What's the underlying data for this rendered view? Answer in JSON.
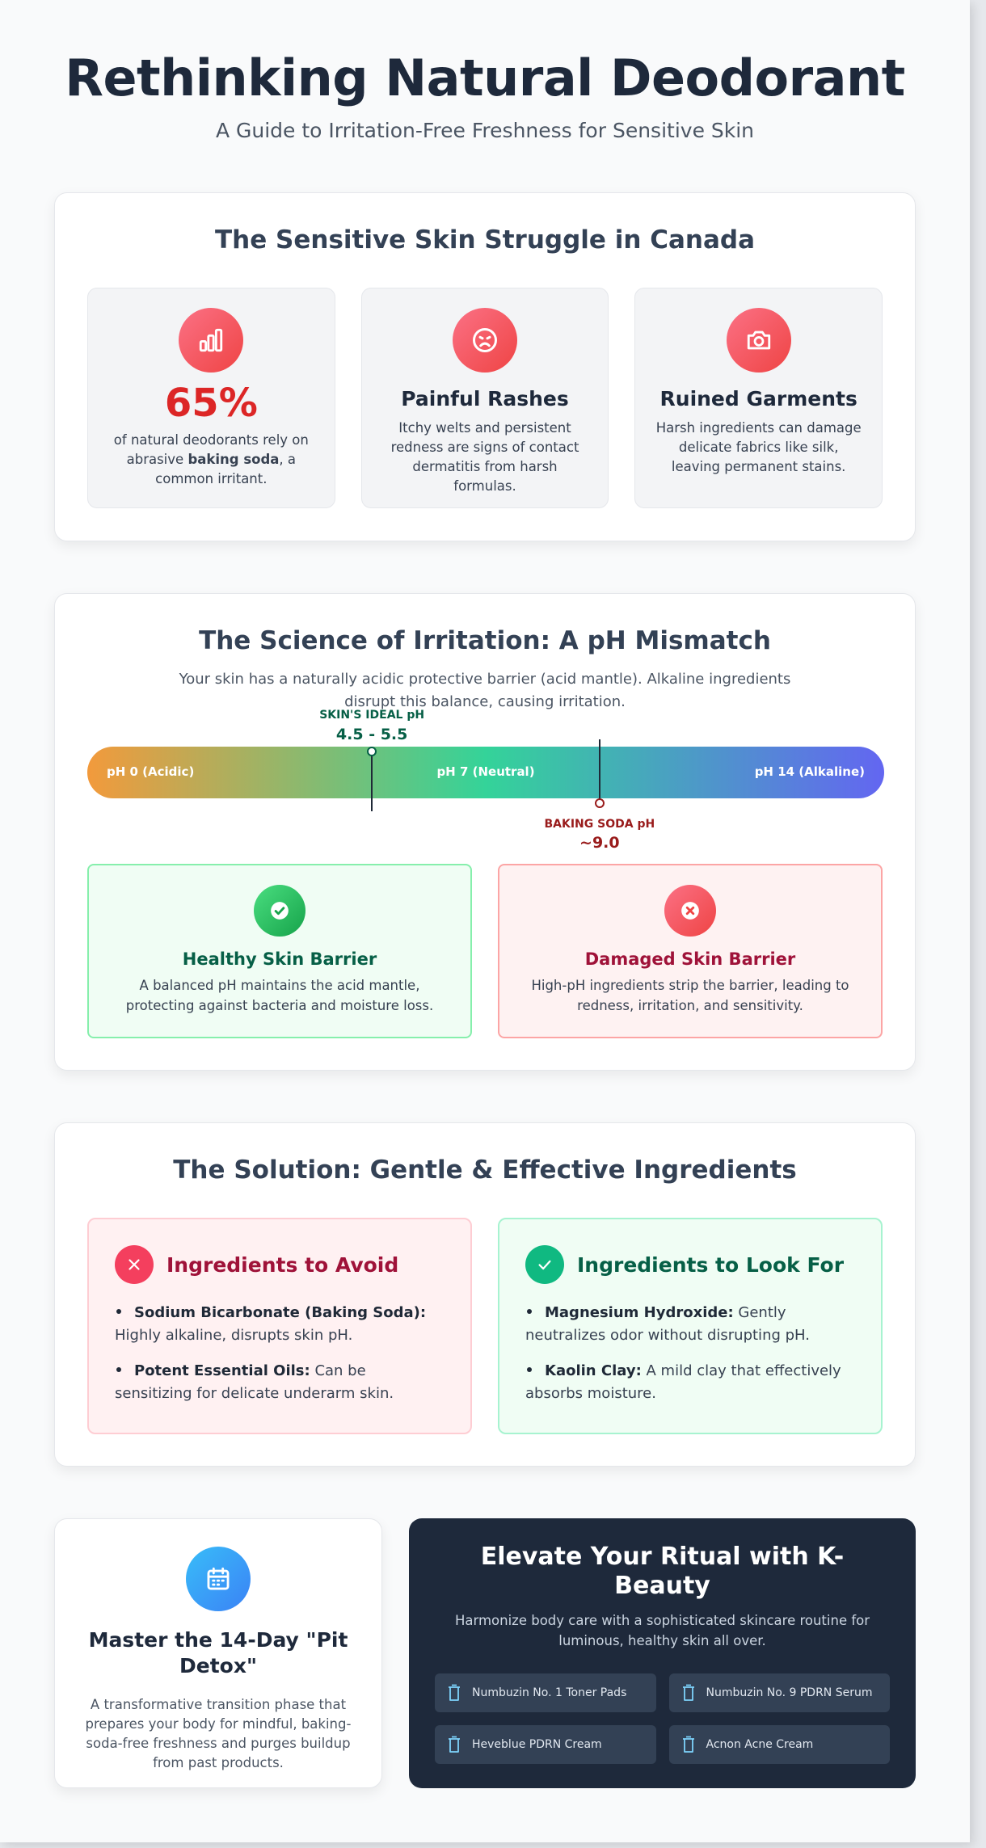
{
  "header": {
    "title": "Rethinking Natural Deodorant",
    "subtitle": "A Guide to Irritation-Free Freshness for Sensitive Skin"
  },
  "struggle": {
    "title": "The Sensitive Skin Struggle in Canada",
    "stat": {
      "icon": "bar-chart-icon",
      "number": "65%",
      "desc_before": "of natural deodorants rely on abrasive ",
      "desc_bold": "baking soda",
      "desc_after": ", a common irritant."
    },
    "rashes": {
      "icon": "frown-face-icon",
      "title": "Painful Rashes",
      "desc": "Itchy welts and persistent redness are signs of contact dermatitis from harsh formulas."
    },
    "garments": {
      "icon": "camera-icon",
      "title": "Ruined Garments",
      "desc": "Harsh ingredients can damage delicate fabrics like silk, leaving permanent stains."
    }
  },
  "science": {
    "title": "The Science of Irritation: A pH Mismatch",
    "intro": "Your skin has a naturally acidic protective barrier (acid mantle). Alkaline ingredients disrupt this balance, causing irritation.",
    "scale": {
      "left_label": "pH 0 (Acidic)",
      "mid_label": "pH 7 (Neutral)",
      "right_label": "pH 14 (Alkaline)",
      "min": 0,
      "max": 14
    },
    "skin_marker": {
      "caption": "SKIN'S IDEAL pH",
      "value": "4.5 - 5.5",
      "ph": 5.0,
      "color": "#065f46"
    },
    "soda_marker": {
      "caption": "BAKING SODA pH",
      "value": "~9.0",
      "ph": 9.0,
      "color": "#991b1b"
    },
    "healthy": {
      "icon": "check-circle-icon",
      "title": "Healthy Skin Barrier",
      "desc": "A balanced pH maintains the acid mantle, protecting against bacteria and moisture loss."
    },
    "damaged": {
      "icon": "x-circle-icon",
      "title": "Damaged Skin Barrier",
      "desc": "High-pH ingredients strip the barrier, leading to redness, irritation, and sensitivity."
    }
  },
  "solution": {
    "title": "The Solution: Gentle & Effective Ingredients",
    "avoid": {
      "icon": "x-icon",
      "title": "Ingredients to Avoid",
      "items": [
        {
          "name": "Sodium Bicarbonate (Baking Soda):",
          "desc": " Highly alkaline, disrupts skin pH."
        },
        {
          "name": "Potent Essential Oils:",
          "desc": " Can be sensitizing for delicate underarm skin."
        }
      ]
    },
    "look": {
      "icon": "check-icon",
      "title": "Ingredients to Look For",
      "items": [
        {
          "name": "Magnesium Hydroxide:",
          "desc": " Gently neutralizes odor without disrupting pH."
        },
        {
          "name": "Kaolin Clay:",
          "desc": " A mild clay that effectively absorbs moisture."
        }
      ]
    }
  },
  "detox": {
    "icon": "calendar-icon",
    "title": "Master the 14-Day \"Pit Detox\"",
    "desc": "A transformative transition phase that prepares your body for mindful, baking-soda-free freshness and purges buildup from past products."
  },
  "ritual": {
    "title": "Elevate Your Ritual with K-Beauty",
    "desc": "Harmonize body care with a sophisticated skincare routine for luminous, healthy skin all over.",
    "products": [
      {
        "icon": "bottle-icon",
        "name": "Numbuzin No. 1 Toner Pads"
      },
      {
        "icon": "bottle-icon",
        "name": "Numbuzin No. 9 PDRN Serum"
      },
      {
        "icon": "bottle-icon",
        "name": "Heveblue PDRN Cream"
      },
      {
        "icon": "bottle-icon",
        "name": "Acnon Acne Cream"
      }
    ]
  },
  "colors": {
    "accent_red": "#dc2626",
    "accent_green": "#10b981",
    "accent_blue": "#3b82f6",
    "dark_panel": "#1e293b"
  }
}
